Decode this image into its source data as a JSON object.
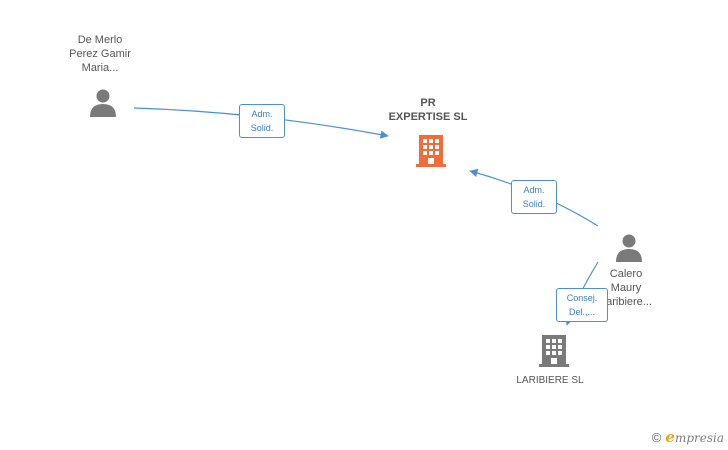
{
  "nodes": {
    "person_1": {
      "lines": [
        "De Merlo",
        "Perez Gamir",
        "Maria..."
      ]
    },
    "company_main": {
      "lines": [
        "PR",
        "EXPERTISE SL"
      ]
    },
    "person_2": {
      "lines": [
        "Calero",
        "Maury",
        "Laribiere..."
      ]
    },
    "company_2": {
      "lines": [
        "LARIBIERE SL"
      ]
    }
  },
  "edges": {
    "edge_1": {
      "lines": [
        "Adm.",
        "Solid."
      ]
    },
    "edge_2": {
      "lines": [
        "Adm.",
        "Solid."
      ]
    },
    "edge_3": {
      "lines": [
        "Consej.",
        "Del.,..."
      ]
    }
  },
  "footer": {
    "copyright": "©",
    "brand_first": "e",
    "brand_rest": "mpresia"
  },
  "colors": {
    "edge": "#4a8fd8",
    "main_company": "#f26b3a",
    "secondary_company": "#7a7a7a",
    "person": "#7a7a7a"
  }
}
